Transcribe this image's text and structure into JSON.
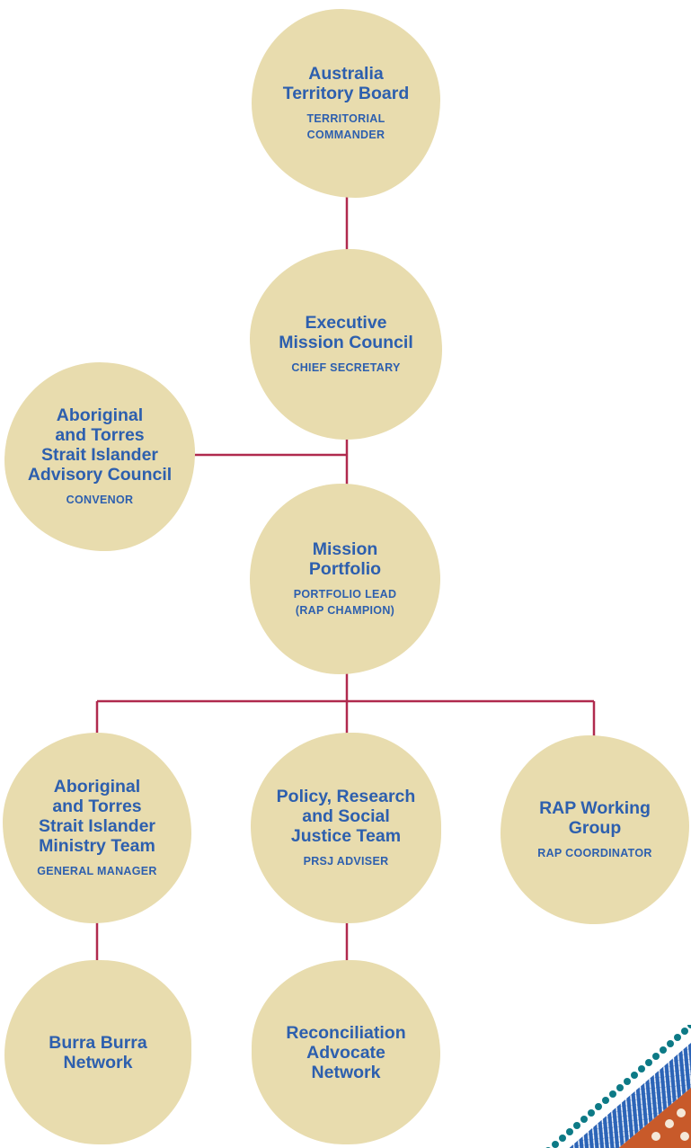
{
  "colors": {
    "node_fill": "#e8dcae",
    "text": "#2d5fae",
    "connector": "#b02a4e",
    "decor_teal": "#0d7a86",
    "decor_blue": "#2c64b7",
    "decor_orange": "#c85a2a"
  },
  "nodes": {
    "territory_board": {
      "title": "Australia\nTerritory Board",
      "subtitle": "TERRITORIAL\nCOMMANDER"
    },
    "executive_council": {
      "title": "Executive\nMission Council",
      "subtitle": "CHIEF SECRETARY"
    },
    "advisory_council": {
      "title": "Aboriginal\nand Torres\nStrait Islander\nAdvisory Council",
      "subtitle": "CONVENOR"
    },
    "mission_portfolio": {
      "title": "Mission\nPortfolio",
      "subtitle": "PORTFOLIO LEAD\n(RAP CHAMPION)"
    },
    "ministry_team": {
      "title": "Aboriginal\nand Torres\nStrait Islander\nMinistry Team",
      "subtitle": "GENERAL MANAGER"
    },
    "policy_team": {
      "title": "Policy, Research\nand Social\nJustice Team",
      "subtitle": "PRSJ ADVISER"
    },
    "rap_working_group": {
      "title": "RAP Working\nGroup",
      "subtitle": "RAP COORDINATOR"
    },
    "burra_network": {
      "title": "Burra Burra\nNetwork"
    },
    "reconciliation_network": {
      "title": "Reconciliation\nAdvocate\nNetwork"
    }
  },
  "decor": {
    "icon": "aboriginal-dot-pattern-decoration"
  }
}
